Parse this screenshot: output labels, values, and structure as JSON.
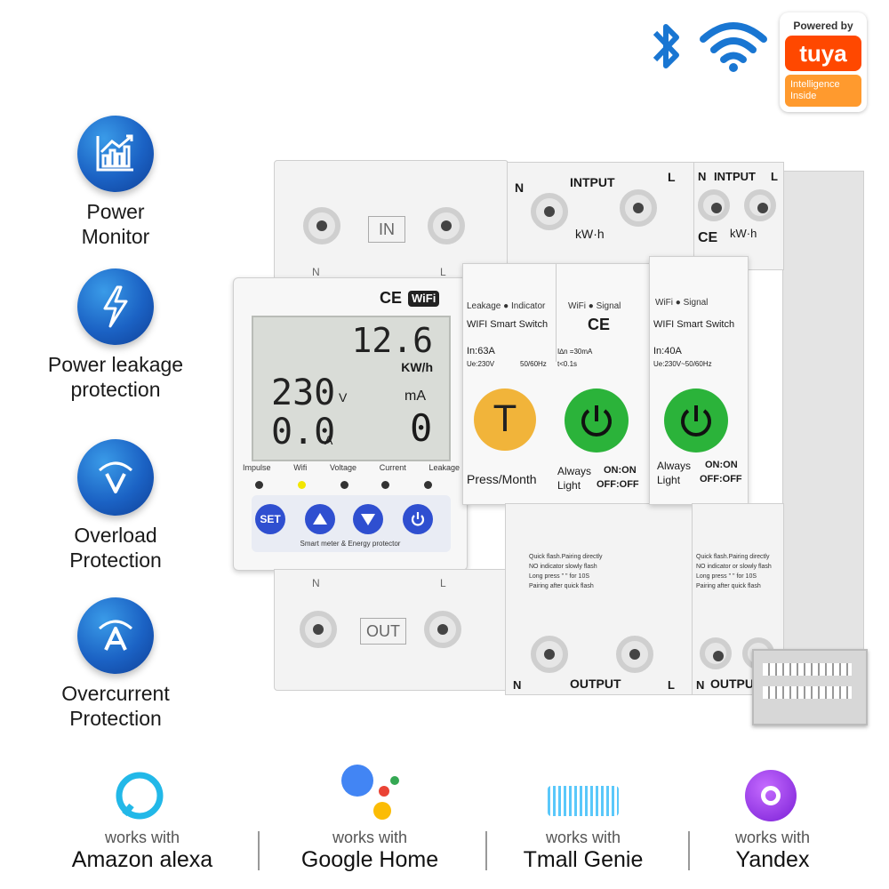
{
  "features": [
    {
      "label_line1": "Power",
      "label_line2": "Monitor",
      "icon": "chart-icon"
    },
    {
      "label_line1": "Power leakage",
      "label_line2": "protection",
      "icon": "lightning-icon"
    },
    {
      "label_line1": "Overload",
      "label_line2": "Protection",
      "icon": "v-icon"
    },
    {
      "label_line1": "Overcurrent",
      "label_line2": "Protection",
      "icon": "a-icon"
    }
  ],
  "badge": {
    "powered_by": "Powered by",
    "brand": "tuya",
    "intelligence": "Intelligence",
    "inside": "Inside"
  },
  "meter": {
    "ce": "CE",
    "wifi": "WiFi",
    "kwh_value": "12.6",
    "kwh_unit": "KW/h",
    "voltage_value": "230",
    "voltage_unit": "V",
    "current_value": "0.0",
    "current_unit": "A",
    "ma_unit": "mA",
    "ma_value": "0",
    "indicators": [
      "Impulse",
      "Wifi",
      "Voltage",
      "Current",
      "Leakage"
    ],
    "buttons": [
      "SET"
    ],
    "footer": "Smart meter & Energy protector",
    "in": "IN",
    "out": "OUT",
    "n": "N",
    "l": "L"
  },
  "switch1": {
    "input": "INTPUT",
    "n": "N",
    "l": "L",
    "kwh": "kW·h",
    "leakage": "Leakage",
    "indicator": "Indicator",
    "wifi": "WiFi",
    "signal": "Signal",
    "title": "WIFI Smart Switch",
    "rating": "In:63A",
    "ue": "Ue:230V",
    "freq": "50/60Hz",
    "ce": "CE",
    "idn": "I∆n =30mA",
    "t": "t<0.1s",
    "t_label": "T",
    "press": "Press/Month",
    "always": "Always",
    "light": "Light",
    "onon": "ON:ON",
    "offoff": "OFF:OFF",
    "info": [
      "Quick flash.Pairing directly",
      "NO indicator slowly flash",
      "Long press \" \" for 10S",
      "Pairing after quick flash"
    ],
    "output": "OUTPUT"
  },
  "switch2": {
    "input": "INTPUT",
    "n": "N",
    "l": "L",
    "ce": "CE",
    "kwh": "kW·h",
    "wifi": "WiFi",
    "signal": "Signal",
    "title": "WIFI Smart Switch",
    "rating": "In:40A",
    "ue": "Ue:230V~50/60Hz",
    "always": "Always",
    "light": "Light",
    "onon": "ON:ON",
    "offoff": "OFF:OFF",
    "info": [
      "Quick flash.Pairing directly",
      "NO indicator or slowly flash",
      "Long press \" \" for 10S",
      "Pairing after quick flash"
    ],
    "output": "OUTPUT"
  },
  "assistants": [
    {
      "top": "works with",
      "bottom": "Amazon alexa"
    },
    {
      "top": "works with",
      "bottom": "Google Home"
    },
    {
      "top": "works with",
      "bottom": "Tmall Genie"
    },
    {
      "top": "works with",
      "bottom": "Yandex"
    }
  ],
  "colors": {
    "feature_blue": "#1b62c4",
    "lcd": "#d9dcd7",
    "meter_button": "#2f4fd0",
    "power_green": "#2bb33a",
    "t_yellow": "#f1b43a",
    "tuya_red": "#ff4800",
    "bluetooth": "#1976d2",
    "wifi": "#1976d2"
  }
}
